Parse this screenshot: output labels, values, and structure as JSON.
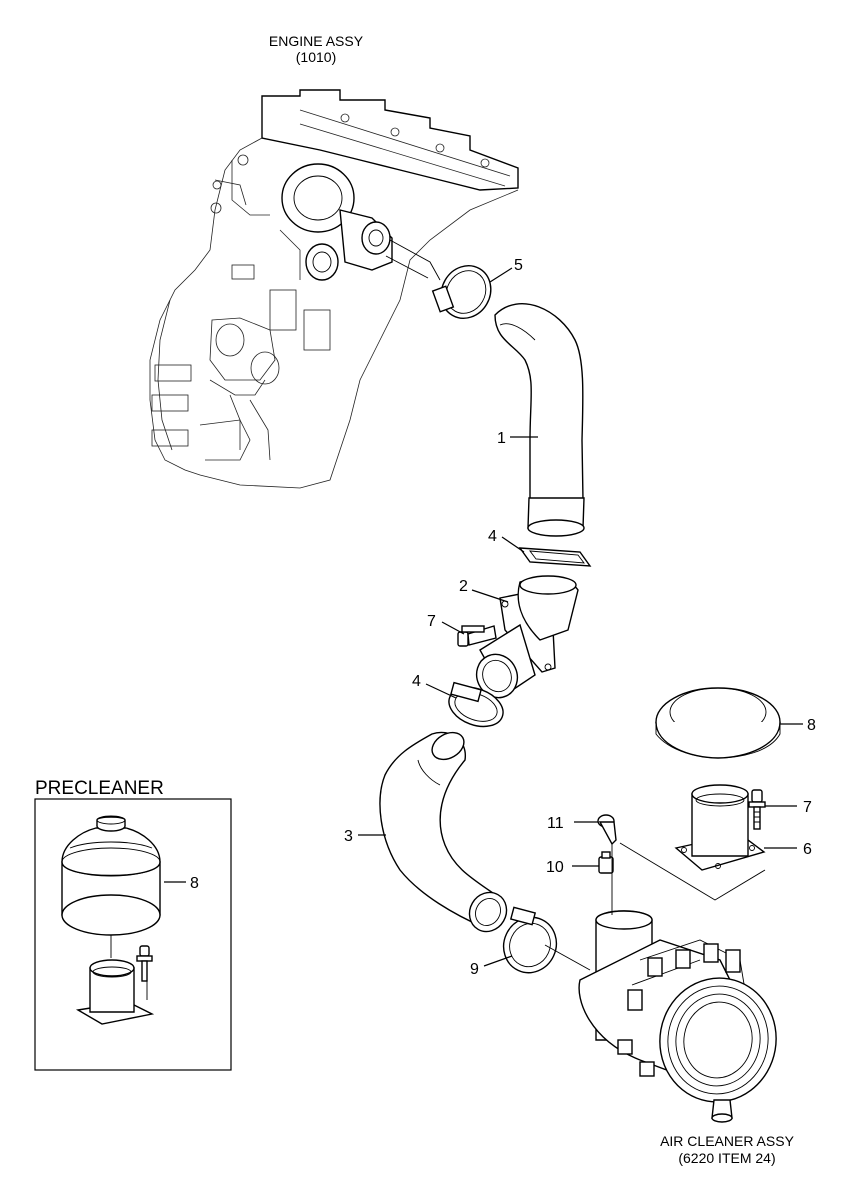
{
  "captions": {
    "engine_line1": "ENGINE ASSY",
    "engine_line2": "(1010)",
    "aircleaner_line1": "AIR CLEANER ASSY",
    "aircleaner_line2": "(6220 ITEM 24)",
    "precleaner": "PRECLEANER"
  },
  "callouts": {
    "c5": "5",
    "c1": "1",
    "c4a": "4",
    "c2": "2",
    "c7a": "7",
    "c4b": "4",
    "c8a": "8",
    "c3": "3",
    "c11": "11",
    "c7b": "7",
    "c10": "10",
    "c6": "6",
    "c9": "9",
    "c8b": "8"
  }
}
